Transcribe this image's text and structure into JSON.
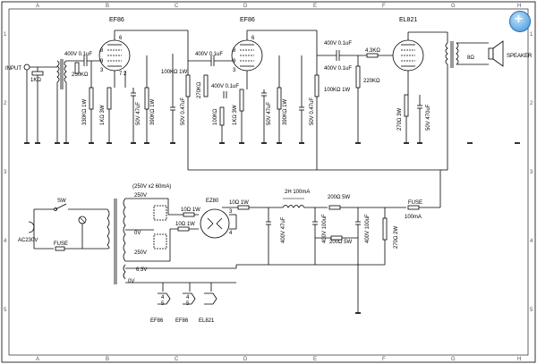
{
  "border": {
    "columns": [
      "A",
      "B",
      "C",
      "D",
      "E",
      "F",
      "G",
      "H"
    ],
    "rows": [
      "1",
      "2",
      "3",
      "4",
      "5"
    ]
  },
  "tubes": {
    "v1": "EF86",
    "v2": "EF86",
    "v3": "EL821",
    "rect": "EZ80"
  },
  "labels": {
    "input": "INPUT",
    "speaker": "SPEAKER",
    "ohm8": "8Ω",
    "r_in": "1KΩ",
    "c1": "400V 0.1uF",
    "r250k": "250KΩ",
    "r330k": "330KΩ 1W",
    "r1k3w_a": "1KΩ 3W",
    "c50v47a": "50V 47uF",
    "r390k_a": "390KΩ 1W",
    "c50v047a": "50V 0.47uF",
    "r100k1w_a": "100KΩ 1W",
    "c2": "400V 0.1uF",
    "r270k": "270KΩ",
    "c3": "400V 0.1uF",
    "r100k": "100KΩ",
    "r1k3w_b": "1KΩ 3W",
    "c50v47b": "50V 47uF",
    "r390k_b": "390KΩ 1W",
    "c50v047b": "50V 0.47uF",
    "r100k1w_b": "100KΩ 1W",
    "c4a": "400V 0.1uF",
    "c4b": "400V 0.1uF",
    "r43k": "4.3KΩ",
    "r220k": "220KΩ",
    "r270_3w": "270Ω 3W",
    "c50v470": "50V 470uF",
    "xfmr": "(250V x2 60mA)",
    "v250a": "250V",
    "v0": "0V",
    "v250b": "250V",
    "v63": "6.3V",
    "v0b": "0V",
    "sw": "SW",
    "ac": "AC230V",
    "fuse1": "FUSE",
    "r10a": "10Ω 1W",
    "r10b": "10Ω 1W",
    "r10c": "10Ω 1W",
    "choke": "2H 100mA",
    "r200a": "200Ω 5W",
    "r200b": "200Ω 5W",
    "c47": "400V 47uF",
    "c100a": "400V 100uF",
    "c100b": "400V 100uF",
    "r270_2w": "270Ω 2W",
    "fuse2": "FUSE",
    "fuse2v": "100mA",
    "h1": "EF86",
    "h2": "EF86",
    "h3": "EL821",
    "pin4a": "4",
    "pin5a": "5",
    "pin4b": "4",
    "pin5b": "5",
    "pin3": "3",
    "pin4c": "4"
  },
  "zoom": {
    "icon": "magnifier-plus-icon",
    "symbol": "+"
  }
}
